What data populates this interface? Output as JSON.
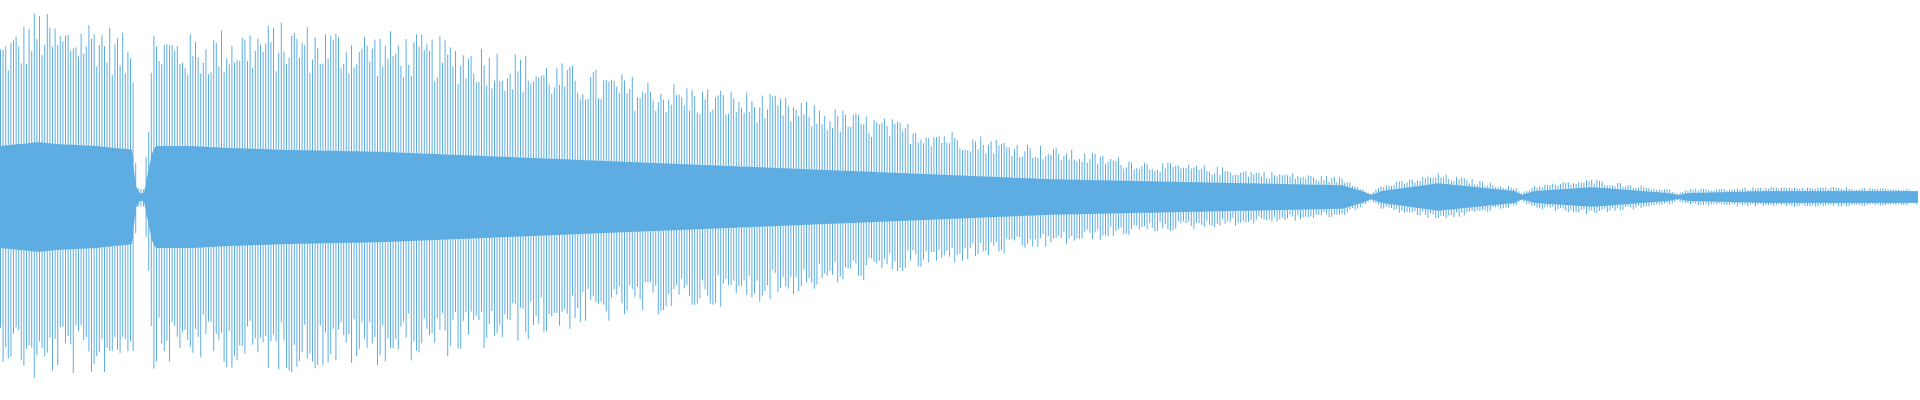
{
  "colors": {
    "background": "#ffffff",
    "waveform": "#5dade2"
  },
  "chart_data": {
    "type": "area",
    "title": "",
    "xlabel": "",
    "ylabel": "",
    "x_range": [
      0,
      1
    ],
    "ylim": [
      -1,
      1
    ],
    "grid": false,
    "legend": "none",
    "x": [
      0.0,
      0.01,
      0.02,
      0.03,
      0.05,
      0.07,
      0.071,
      0.075,
      0.08,
      0.1,
      0.12,
      0.15,
      0.2,
      0.25,
      0.3,
      0.35,
      0.4,
      0.45,
      0.5,
      0.55,
      0.6,
      0.65,
      0.7,
      0.71,
      0.715,
      0.72,
      0.75,
      0.79,
      0.793,
      0.8,
      0.83,
      0.87,
      0.875,
      0.88,
      0.92,
      0.96,
      1.0
    ],
    "series": [
      {
        "values": [
          0.82,
          0.86,
          0.96,
          0.88,
          0.92,
          0.78,
          0.05,
          0.05,
          0.86,
          0.82,
          0.86,
          0.88,
          0.84,
          0.78,
          0.66,
          0.58,
          0.52,
          0.42,
          0.33,
          0.25,
          0.18,
          0.14,
          0.1,
          0.05,
          0.02,
          0.06,
          0.12,
          0.05,
          0.02,
          0.06,
          0.09,
          0.04,
          0.02,
          0.04,
          0.05,
          0.05,
          0.04
        ]
      }
    ],
    "core_values": [
      0.26,
      0.27,
      0.28,
      0.27,
      0.26,
      0.24,
      0.02,
      0.02,
      0.26,
      0.26,
      0.25,
      0.24,
      0.23,
      0.21,
      0.19,
      0.17,
      0.15,
      0.13,
      0.11,
      0.09,
      0.08,
      0.07,
      0.06,
      0.03,
      0.01,
      0.03,
      0.07,
      0.03,
      0.01,
      0.03,
      0.05,
      0.02,
      0.01,
      0.02,
      0.03,
      0.03,
      0.03
    ]
  }
}
